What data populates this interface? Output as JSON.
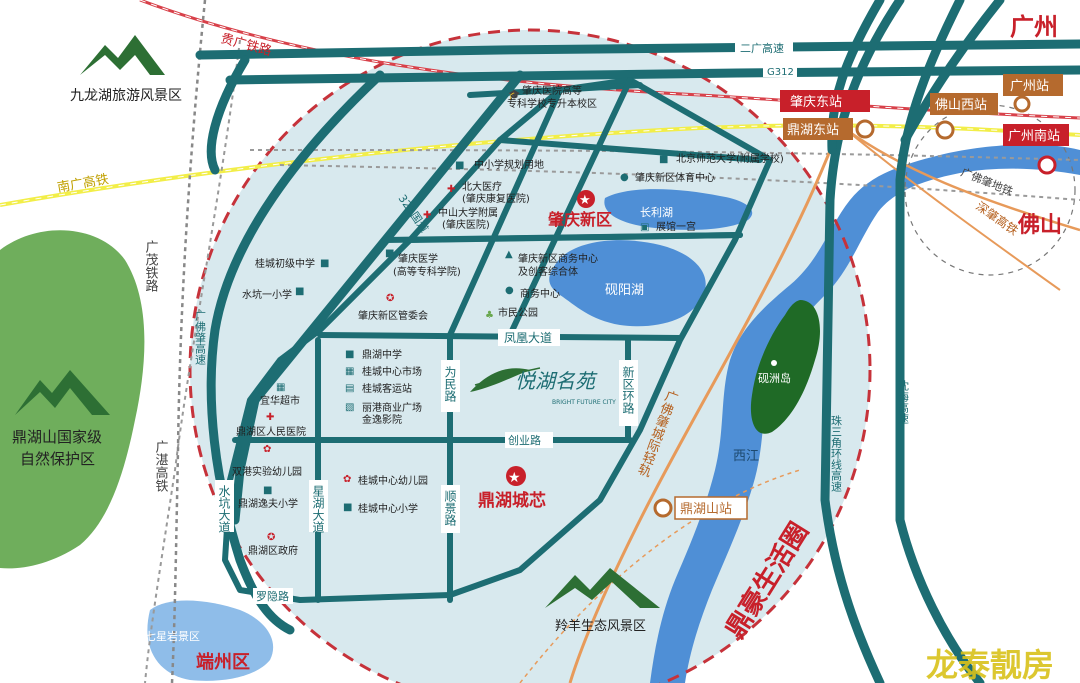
{
  "colors": {
    "road": "#1d6d73",
    "water": "#4f8fd6",
    "circle_fill": "#d8e9ee",
    "dashed_circle": "#c6323a",
    "rail_red": "#d8414a",
    "rail_yellow": "#f2ee48",
    "rail_orange": "#e79a5a",
    "label_red": "#c8202a",
    "box_red": "#c8202a",
    "box_brown": "#b56a2e",
    "green": "#2d6f34",
    "island": "#1f6a26",
    "watermark": "#d9c21a"
  },
  "title_labels": {
    "guangzhou": "广州",
    "foshan": "佛山",
    "dinghu_circle": "鼎豪生活圈"
  },
  "railways": {
    "guigang": "贵广铁路",
    "nanguang": "南广高铁",
    "guangmao": "广茂铁路",
    "guangzhan": "广湛高铁",
    "guangfo_zhaocheng": "广佛肇城际轻轨",
    "guangfo_metro": "广佛肇地铁",
    "shenzhao": "深肇高铁"
  },
  "highways": {
    "erguang": "二广高速",
    "g312": "G312",
    "guangfozhao": "广佛肇高速",
    "zhusanjiao": "珠三角环线高速",
    "shenhai": "沈海高速",
    "guoguo_321": "321国道"
  },
  "stations": {
    "zhaoqing_east": "肇庆东站",
    "dinghu_east": "鼎湖东站",
    "foshan_west": "佛山西站",
    "guangzhou": "广州站",
    "guangzhou_south": "广州南站",
    "dinghushan": "鼎湖山站"
  },
  "roads": {
    "fenghuang": "凤凰大道",
    "weimin": "为民路",
    "xinqu_huan": "新区环路",
    "chuangye": "创业路",
    "shunjing": "顺景路",
    "xingda": "星湖大道",
    "shuikeng": "水坑大道",
    "luoyin": "罗隐路"
  },
  "scenic": {
    "jiulonghu": "九龙湖旅游风景区",
    "dinghushan": "鼎湖山国家级",
    "dinghushan_2": "自然保护区",
    "lingyang": "羚羊生态风景区",
    "qixingyan": "七星岩景区",
    "duanzhou": "端州区"
  },
  "water": {
    "yanyang_lake": "砚阳湖",
    "changli_lake": "长利湖",
    "xijiang": "西江",
    "yanzhou_island": "砚洲岛"
  },
  "districts": {
    "zhaoqing_new": "肇庆新区",
    "dinghu_core": "鼎湖城芯"
  },
  "pois": {
    "zhaoqing_hospital_1": "肇庆医院高等",
    "zhaoqing_hospital_2": "专科学校专升本校区",
    "primary_planning": "中小学规划用地",
    "bnu_school": "北京师范大学(附属学校)",
    "pku_medical_1": "北大医疗",
    "pku_medical_2": "(肇庆康复医院)",
    "sysu_hospital_1": "中山大学附属",
    "sysu_hospital_2": "(肇庆医院)",
    "sports_center": "肇庆新区体育中心",
    "exhibition": "展馆一宫",
    "guicheng_primary": "桂城初级中学",
    "zhaoqing_medical_1": "肇庆医学",
    "zhaoqing_medical_2": "(高等专科学院)",
    "business_center_1": "肇庆新区商务中心",
    "business_center_2": "及创客综合体",
    "shuikeng_primary": "水坑一小学",
    "business_hub": "商务中心",
    "admin_committee": "肇庆新区管委会",
    "civic_park": "市民公园",
    "dinghu_middle": "鼎湖中学",
    "guicheng_market": "桂城中心市场",
    "guicheng_bus": "桂城客运站",
    "lijiang_plaza_1": "丽港商业广场",
    "lijiang_plaza_2": "金逸影院",
    "huahua_mall": "宜华超市",
    "dinghu_hospital": "鼎湖区人民医院",
    "shuanggang_kinder": "双港实验幼儿园",
    "guicheng_kinder": "桂城中心幼儿园",
    "dinghu_yifu": "鼎湖逸夫小学",
    "guicheng_primary_center": "桂城中心小学",
    "dinghu_gov": "鼎湖区政府"
  },
  "project": {
    "name": "悦湖名苑",
    "name_en": "BRIGHT FUTURE CITY"
  },
  "watermark": "龙泰靓房"
}
